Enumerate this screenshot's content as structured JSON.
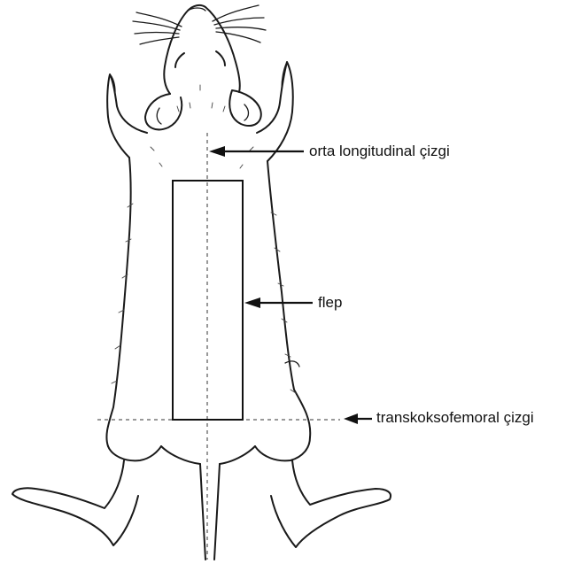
{
  "labels": {
    "midline": "orta longitudinal çizgi",
    "flap": "flep",
    "transverse": "transkoksofemoral çizgi"
  },
  "colors": {
    "ink": "#1a1a1a",
    "background": "#ffffff"
  }
}
